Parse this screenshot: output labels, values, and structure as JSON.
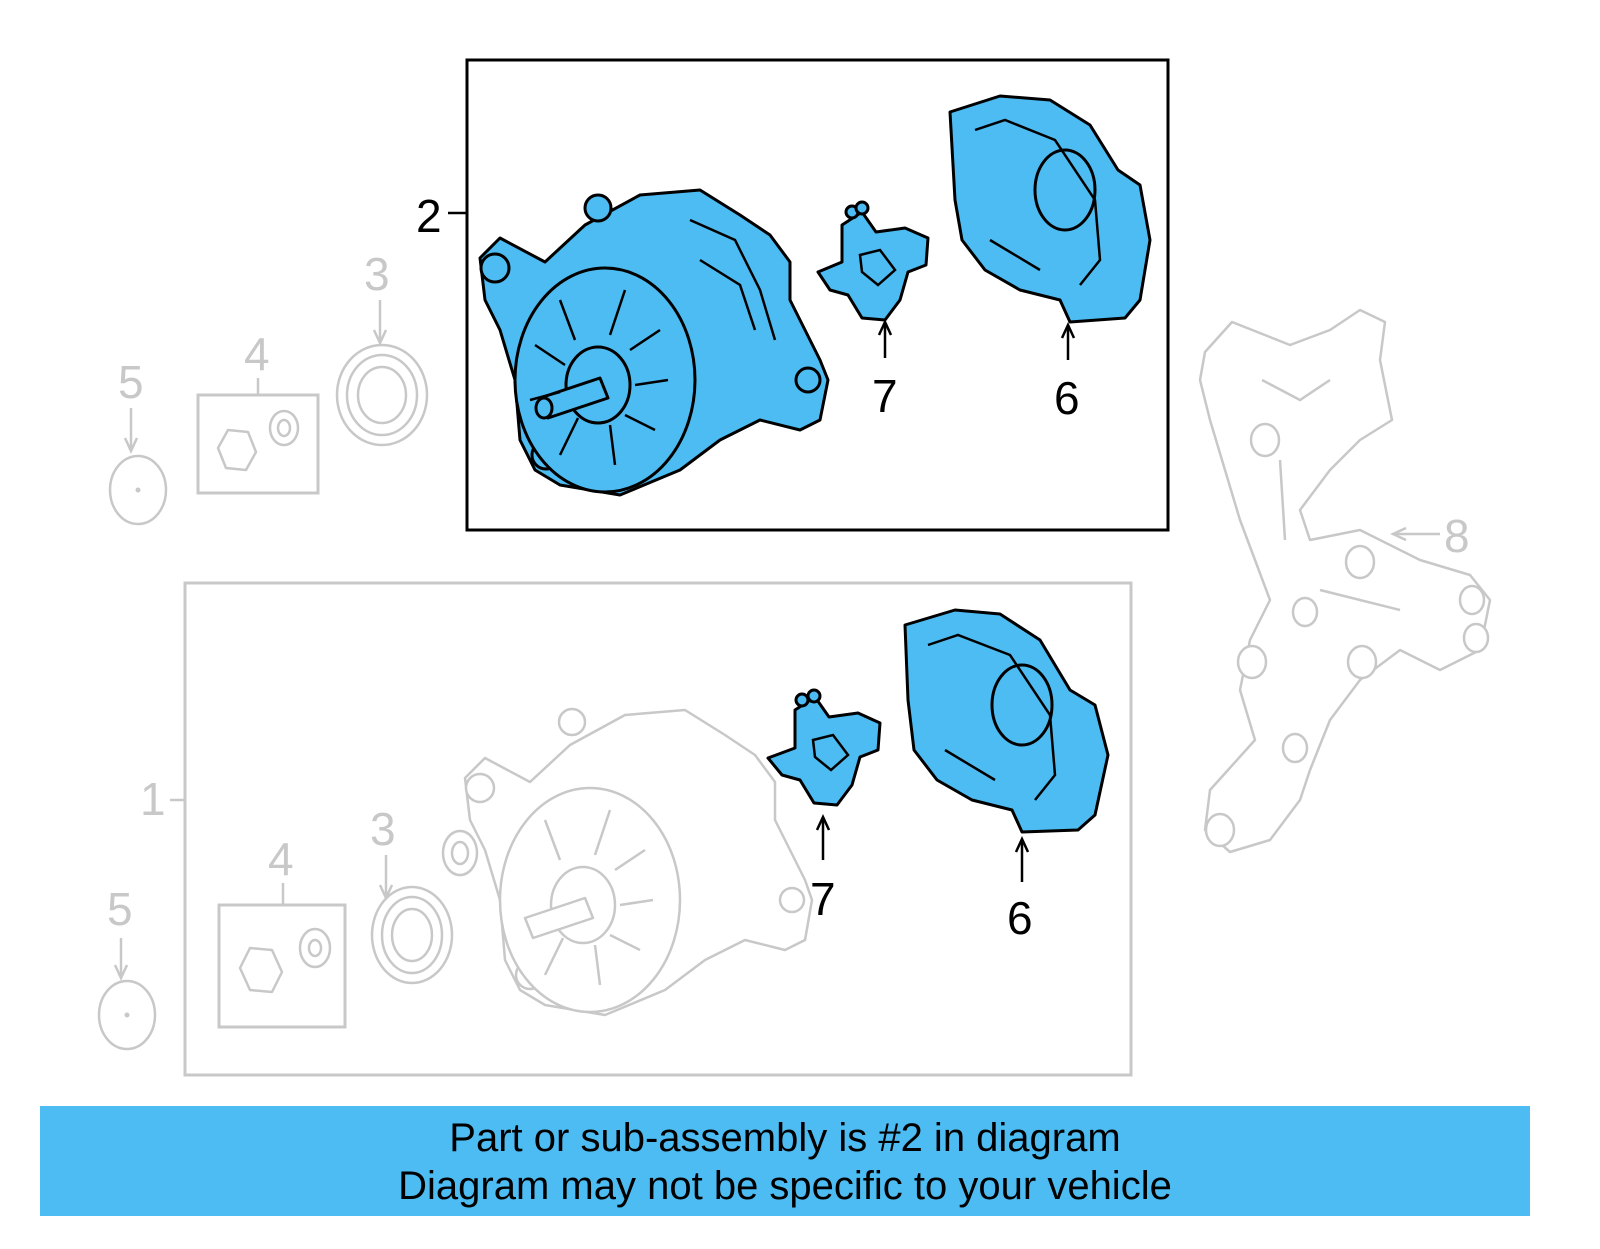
{
  "callouts": {
    "top": {
      "c2": "2",
      "c3": "3",
      "c4": "4",
      "c5": "5",
      "c6": "6",
      "c7": "7",
      "c8": "8"
    },
    "bottom": {
      "c1": "1",
      "c3": "3",
      "c4": "4",
      "c5": "5",
      "c6": "6",
      "c7": "7"
    }
  },
  "highlight_color": "#4dbcf2",
  "ghost_color": "#c8c8c8",
  "banner": {
    "line1": "Part or sub-assembly is #2 in diagram",
    "line2": "Diagram may not be specific to your vehicle"
  }
}
